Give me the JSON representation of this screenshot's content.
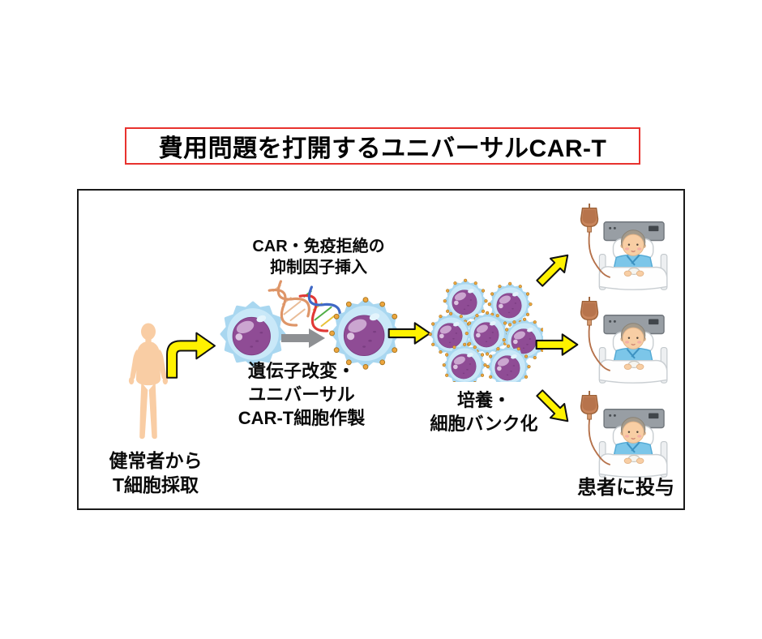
{
  "title": "費用問題を打開するユニバーサルCAR-T",
  "labels": {
    "donor": [
      "健常者から",
      "T細胞採取"
    ],
    "insertion": [
      "CAR・免疫拒絶の",
      "抑制因子挿入"
    ],
    "modification": [
      "遺伝子改変・",
      "ユニバーサル",
      "CAR-T細胞作製"
    ],
    "culture": [
      "培養・",
      "細胞バンク化"
    ],
    "administration": "患者に投与"
  },
  "colors": {
    "title_border": "#E8322E",
    "diagram_border": "#1A1A1A",
    "arrow_yellow": "#FFF200",
    "arrow_outline": "#111111",
    "arrow_gray": "#8E9093",
    "cell_membrane": "#A9D7F0",
    "cell_membrane_inner": "#C9E8F8",
    "cell_nucleus": "#8F4C95",
    "receptor_dot": "#EDA63E",
    "dna_orange": "#DE9568",
    "dna_red": "#E03936",
    "dna_blue": "#3F68C5",
    "skin": "#F9CDA4",
    "gown_blue": "#7CC6E9",
    "iv_bag": "#C9855C",
    "headboard_gray": "#989EA4"
  },
  "icons": {
    "donor": "healthy-person-silhouette",
    "curved_arrow": "curved-right-arrow",
    "t_cell": "t-cell",
    "dna_orange": "dna-helix-orange",
    "dna_multicolor": "dna-helix-multicolor",
    "transform_arrow": "gray-right-arrow",
    "car_t_cell": "car-t-cell-with-receptors",
    "cluster": "car-t-cell-cluster",
    "flow_arrow": "yellow-right-arrow",
    "patient": "patient-in-hospital-bed-with-iv"
  }
}
